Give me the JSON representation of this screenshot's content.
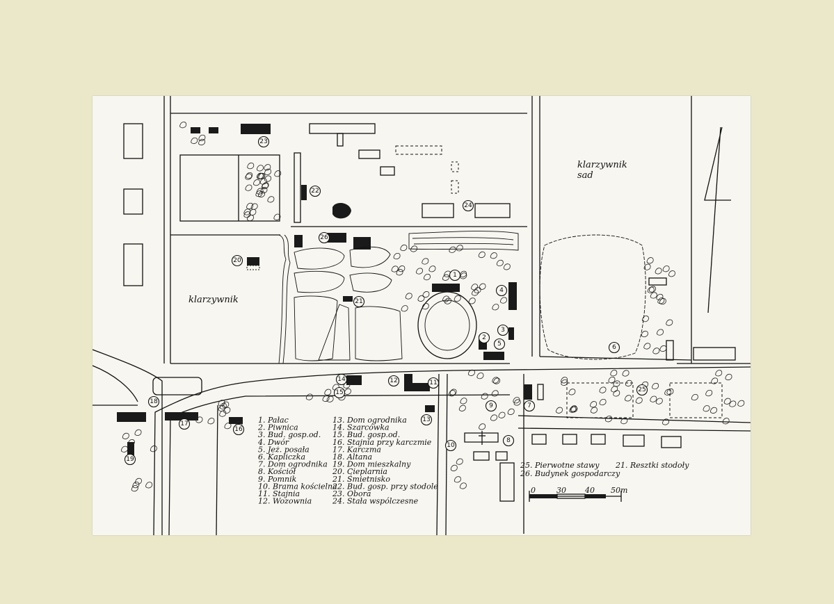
{
  "labels": {
    "klarzy_left": "klarzywnik",
    "klarzy_right": "klarzywnik",
    "sad": "sad"
  },
  "legend_col1": [
    "1. Pałac",
    "2. Piwnica",
    "3. Bud. gosp.od.",
    "4. Dwór",
    "5. Jeż. posała",
    "6. Kapliczka",
    "7. Dom ogrodnika",
    "8. Kościół",
    "9. Pomnik",
    "10. Brama kościelna",
    "11. Stajnia",
    "12. Wozownia"
  ],
  "legend_col2": [
    "13. Dom ogrodnika",
    "14. Szarcówka",
    "15. Bud. gosp.od.",
    "16. Stajnia przy karczmie",
    "17. Karczma",
    "18. Altana",
    "19. Dom mieszkalny",
    "20. Cieplarnia",
    "21. Śmietnisko",
    "22. Bud. gosp. przy stodole",
    "23. Obora",
    "24. Stała wspólczesne"
  ],
  "legend_col3": [
    "25. Pierwotne stawy",
    "26. Budynek gospodarczy"
  ],
  "legend_col4": [
    "21. Resztki stodoły"
  ],
  "scale": {
    "ticks": [
      "0",
      "30",
      "40",
      "50m"
    ]
  },
  "markers": [
    "1",
    "2",
    "3",
    "4",
    "5",
    "6",
    "7",
    "8",
    "9",
    "10",
    "11",
    "12",
    "13",
    "14",
    "15",
    "16",
    "17",
    "18",
    "19",
    "20",
    "21",
    "22",
    "23",
    "24",
    "25",
    "26"
  ],
  "colors": {
    "paper": "#f7f6f0",
    "mount": "#ebe8c9",
    "ink": "#111111",
    "highlight": "#3fbfa8"
  }
}
